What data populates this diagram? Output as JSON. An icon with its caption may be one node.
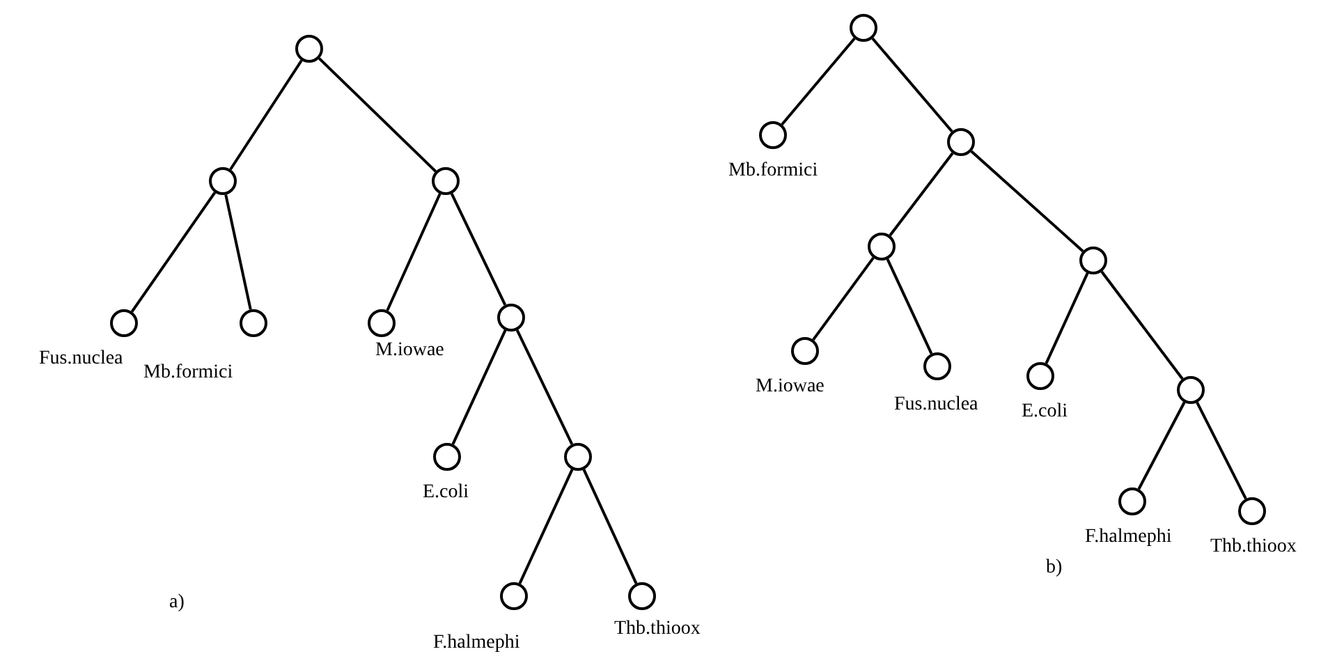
{
  "diagram": {
    "nodes": [
      {
        "text": [],
        "shape": "circle"
      },
      {
        "text": [],
        "shape": "circle"
      },
      {
        "text": [],
        "shape": "circle"
      },
      {
        "text": [],
        "shape": "circle",
        "beside": [
          "Fus.nuclea"
        ]
      },
      {
        "text": [],
        "shape": "circle",
        "beside": [
          "Mb.formici"
        ]
      },
      {
        "text": [],
        "shape": "circle",
        "beside": [
          "M.iowae"
        ]
      },
      {
        "text": [],
        "shape": "circle"
      },
      {
        "text": [],
        "shape": "circle",
        "beside": [
          "E.coli"
        ]
      },
      {
        "text": [],
        "shape": "circle"
      },
      {
        "text": [],
        "shape": "circle",
        "beside": [
          "F.halmephi"
        ]
      },
      {
        "text": [],
        "shape": "circle",
        "beside": [
          "Thb.thioox"
        ]
      },
      {
        "text": [],
        "shape": "circle"
      },
      {
        "text": [],
        "shape": "circle",
        "beside": [
          "Mb.formici"
        ]
      },
      {
        "text": [],
        "shape": "circle"
      },
      {
        "text": [],
        "shape": "circle"
      },
      {
        "text": [],
        "shape": "circle"
      },
      {
        "text": [],
        "shape": "circle",
        "beside": [
          "M.iowae"
        ]
      },
      {
        "text": [],
        "shape": "circle",
        "beside": [
          "Fus.nuclea"
        ]
      },
      {
        "text": [],
        "shape": "circle",
        "beside": [
          "E.coli"
        ]
      },
      {
        "text": [],
        "shape": "circle"
      },
      {
        "text": [],
        "shape": "circle",
        "beside": [
          "F.halmephi"
        ]
      },
      {
        "text": [],
        "shape": "circle",
        "beside": [
          "Thb.thioox"
        ]
      }
    ],
    "edges": [
      {
        "from": 0,
        "to": 1,
        "arrow": "none"
      },
      {
        "from": 0,
        "to": 2,
        "arrow": "none"
      },
      {
        "from": 1,
        "to": 3,
        "arrow": "none"
      },
      {
        "from": 1,
        "to": 4,
        "arrow": "none"
      },
      {
        "from": 2,
        "to": 5,
        "arrow": "none"
      },
      {
        "from": 2,
        "to": 6,
        "arrow": "none"
      },
      {
        "from": 6,
        "to": 7,
        "arrow": "none"
      },
      {
        "from": 6,
        "to": 8,
        "arrow": "none"
      },
      {
        "from": 8,
        "to": 9,
        "arrow": "none"
      },
      {
        "from": 8,
        "to": 10,
        "arrow": "none"
      },
      {
        "from": 11,
        "to": 12,
        "arrow": "none"
      },
      {
        "from": 11,
        "to": 13,
        "arrow": "none"
      },
      {
        "from": 13,
        "to": 14,
        "arrow": "none"
      },
      {
        "from": 13,
        "to": 15,
        "arrow": "none"
      },
      {
        "from": 14,
        "to": 16,
        "arrow": "none"
      },
      {
        "from": 14,
        "to": 17,
        "arrow": "none"
      },
      {
        "from": 15,
        "to": 18,
        "arrow": "none"
      },
      {
        "from": 15,
        "to": 19,
        "arrow": "none"
      },
      {
        "from": 19,
        "to": 20,
        "arrow": "none"
      },
      {
        "from": 19,
        "to": 21,
        "arrow": "none"
      }
    ],
    "labels": [
      "a)",
      "b)"
    ]
  }
}
